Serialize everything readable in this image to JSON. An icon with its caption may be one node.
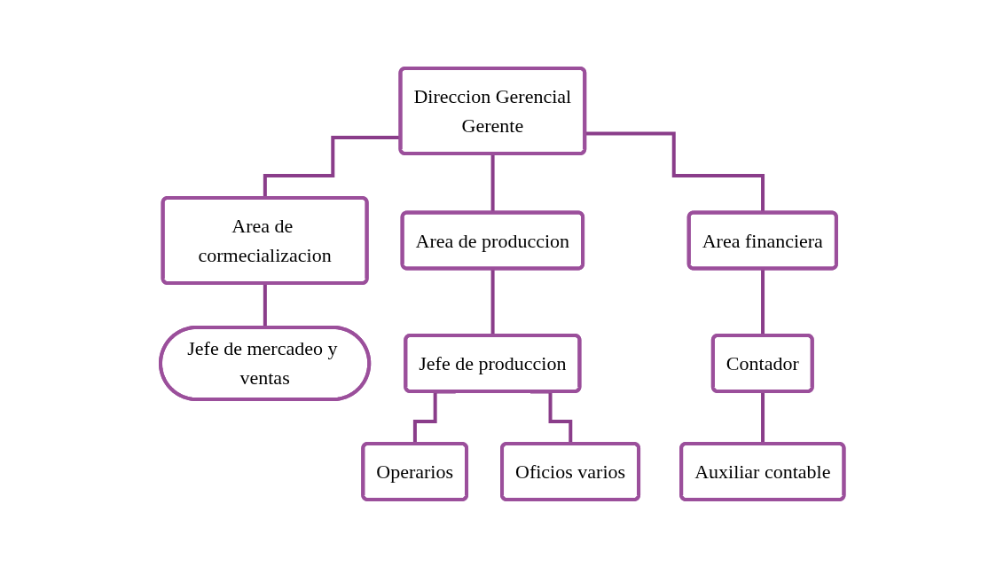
{
  "diagram": {
    "nodes": [
      {
        "text": [
          "Direccion Gerencial",
          "Gerente"
        ]
      },
      {
        "text": [
          "Area de cormecializacion"
        ]
      },
      {
        "text": [
          "Area de produccion"
        ]
      },
      {
        "text": [
          "Area financiera"
        ]
      },
      {
        "text": [
          "Jefe de mercadeo y ventas"
        ]
      },
      {
        "text": [
          "Jefe de produccion"
        ]
      },
      {
        "text": [
          "Contador"
        ]
      },
      {
        "text": [
          "Operarios"
        ]
      },
      {
        "text": [
          "Oficios varios"
        ]
      },
      {
        "text": [
          "Auxiliar contable"
        ]
      }
    ],
    "edges": [
      {
        "from": 0,
        "to": 1,
        "arrow": "none"
      },
      {
        "from": 0,
        "to": 2,
        "arrow": "none"
      },
      {
        "from": 0,
        "to": 3,
        "arrow": "none"
      },
      {
        "from": 1,
        "to": 4,
        "arrow": "none"
      },
      {
        "from": 2,
        "to": 5,
        "arrow": "none"
      },
      {
        "from": 3,
        "to": 6,
        "arrow": "none"
      },
      {
        "from": 5,
        "to": 7,
        "arrow": "none"
      },
      {
        "from": 5,
        "to": 8,
        "arrow": "none"
      },
      {
        "from": 6,
        "to": 9,
        "arrow": "none"
      }
    ]
  }
}
